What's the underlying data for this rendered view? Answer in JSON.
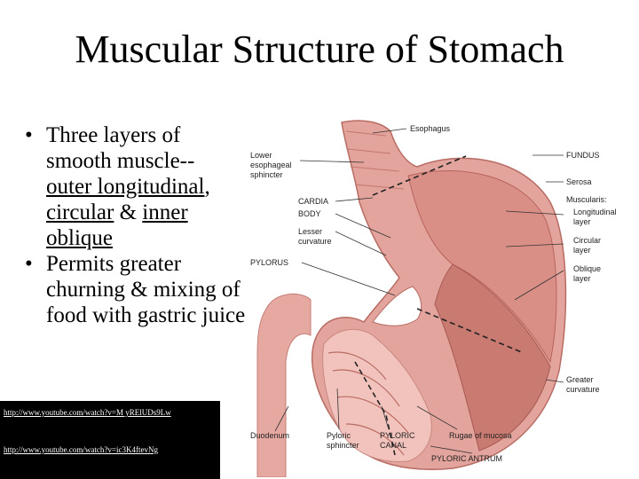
{
  "slide": {
    "title": "Muscular Structure of Stomach",
    "bullets": [
      {
        "parts": [
          "Three layers of smooth muscle--",
          "outer longitudinal",
          ", ",
          "circular",
          " & ",
          "inner oblique"
        ]
      },
      {
        "text": "Permits greater churning & mixing of food with gastric juice"
      }
    ],
    "links": [
      "http://www.youtube.com/watch?v=M yRElUDs9Lw",
      "http://www.youtube.com/watch?v=ic3K4ftevNg"
    ]
  },
  "diagram": {
    "labels": {
      "esophagus": "Esophagus",
      "fundus": "FUNDUS",
      "serosa": "Serosa",
      "muscularis": "Muscularis:",
      "longitudinal_1": "Longitudinal",
      "longitudinal_2": "layer",
      "circular_1": "Circular",
      "circular_2": "layer",
      "oblique_1": "Oblique",
      "oblique_2": "layer",
      "greater_1": "Greater",
      "greater_2": "curvature",
      "les_1": "Lower",
      "les_2": "esophageal",
      "les_3": "sphincter",
      "cardia": "CARDIA",
      "body": "BODY",
      "lesser_1": "Lesser",
      "lesser_2": "curvature",
      "pylorus": "PYLORUS",
      "duodenum": "Duodenum",
      "pyloric_sphincter_1": "Pyloric",
      "pyloric_sphincter_2": "sphincter",
      "pyloric_canal_1": "PYLORIC",
      "pyloric_canal_2": "CANAL",
      "rugae": "Rugae of mucosa",
      "pyloric_antrum": "PYLORIC ANTRUM"
    },
    "colors": {
      "muscle_light": "#e9b3ac",
      "muscle_mid": "#d98f86",
      "muscle_dark": "#b8645c",
      "mucosa": "#f2c3bc"
    }
  }
}
